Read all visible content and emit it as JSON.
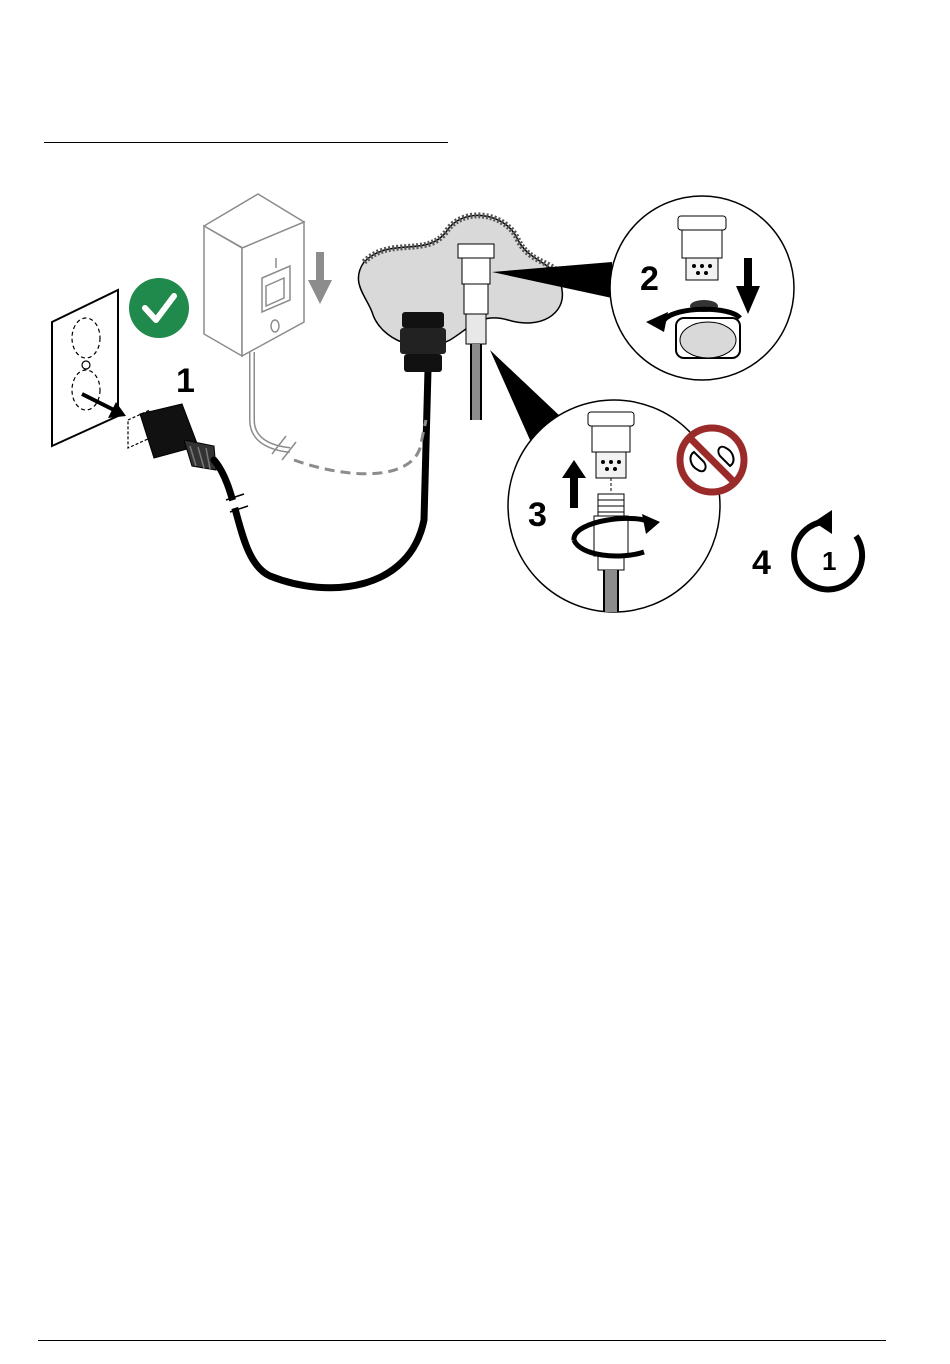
{
  "steps": [
    {
      "number": "1"
    },
    {
      "number": "2"
    },
    {
      "number": "3"
    },
    {
      "number": "4"
    }
  ],
  "switch_labels": {
    "on": "I",
    "off": "O"
  },
  "reset_icon_number": "1",
  "icons": {
    "check": "check-icon",
    "prohibited_wrench": "no-tools-icon",
    "reset": "restart-icon"
  },
  "colors": {
    "check_green": "#1f8a4c",
    "prohibit_red": "#9b2b2b",
    "gray_fill": "#d9d9d9",
    "line_gray": "#8c8c8c"
  }
}
